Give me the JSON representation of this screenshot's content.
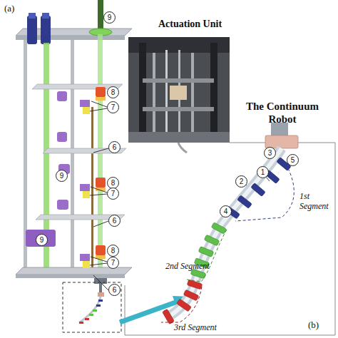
{
  "diagram": {
    "labels": [
      "(a)",
      "Actuation Unit",
      "9",
      "8",
      "7",
      "The Continuum Robot",
      "6",
      "3",
      "5",
      "1",
      "9",
      "2",
      "8",
      "7",
      "1st Segment",
      "4",
      "6",
      "9",
      "8",
      "7",
      "2nd Segment",
      "6",
      "3rd Segment",
      "(b)"
    ]
  }
}
